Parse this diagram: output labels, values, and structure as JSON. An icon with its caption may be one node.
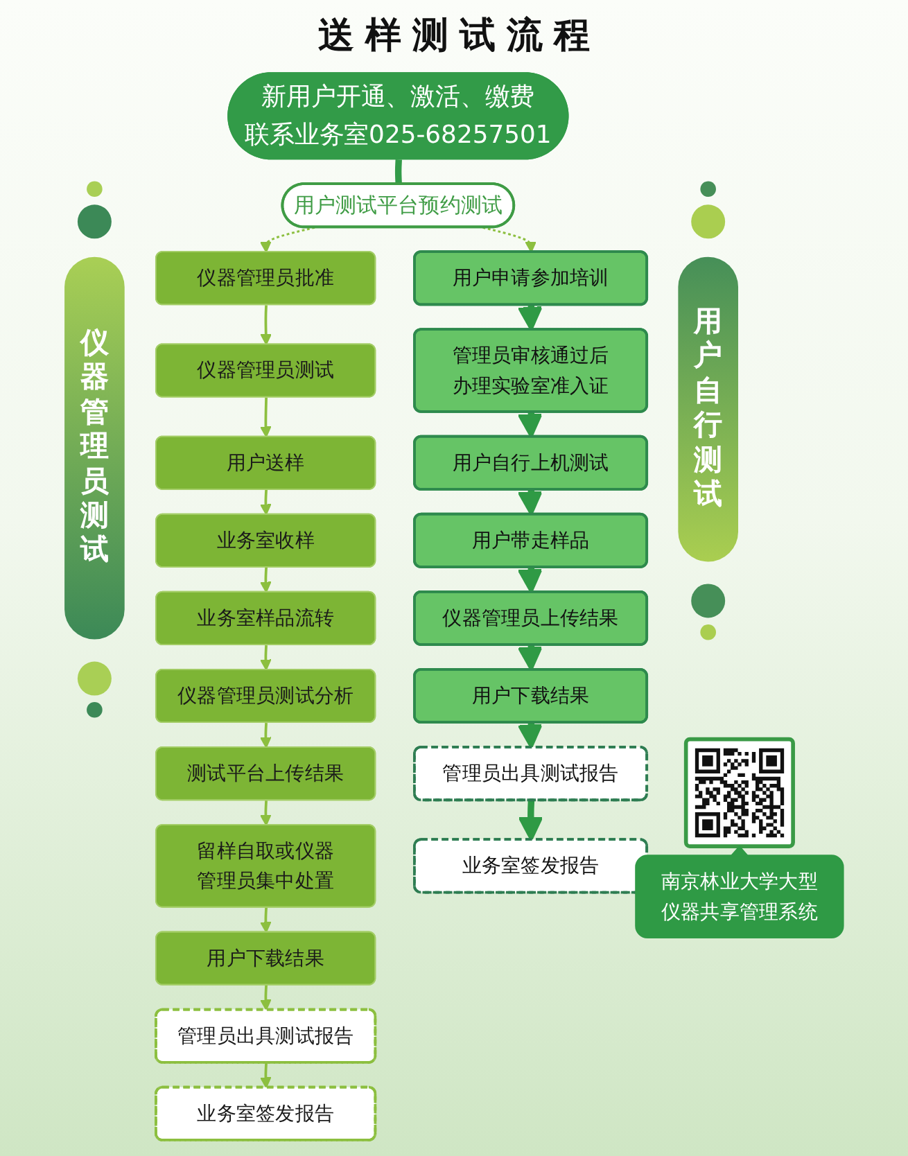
{
  "diagram": {
    "title": "送样测试流程",
    "nodes": [
      {
        "text": [
          "新用户开通、激活、缴费",
          "联系业务室025-68257501"
        ]
      },
      {
        "text": [
          "用户测试平台预约测试"
        ]
      },
      {
        "text": [
          "仪器管理员测试"
        ]
      },
      {
        "text": [
          "仪器管理员批准"
        ]
      },
      {
        "text": [
          "仪器管理员测试"
        ]
      },
      {
        "text": [
          "用户送样"
        ]
      },
      {
        "text": [
          "业务室收样"
        ]
      },
      {
        "text": [
          "业务室样品流转"
        ]
      },
      {
        "text": [
          "仪器管理员测试分析"
        ]
      },
      {
        "text": [
          "测试平台上传结果"
        ]
      },
      {
        "text": [
          "留样自取或仪器管理员集中处置"
        ]
      },
      {
        "text": [
          "用户下载结果"
        ]
      },
      {
        "text": [
          "管理员出具测试报告"
        ]
      },
      {
        "text": [
          "业务室签发报告"
        ]
      },
      {
        "text": [
          "用户申请参加培训"
        ]
      },
      {
        "text": [
          "管理员审核通过后办理实验室准入证"
        ]
      },
      {
        "text": [
          "用户自行上机测试"
        ]
      },
      {
        "text": [
          "用户带走样品"
        ]
      },
      {
        "text": [
          "仪器管理员上传结果"
        ]
      },
      {
        "text": [
          "用户下载结果"
        ]
      },
      {
        "text": [
          "管理员出具测试报告"
        ]
      },
      {
        "text": [
          "业务室签发报告"
        ]
      },
      {
        "text": [
          "用户自行测试"
        ]
      },
      {
        "text": [],
        "shape": "picture"
      },
      {
        "text": [
          "南京林业大学大型仪器共享管理系统"
        ]
      }
    ],
    "edges": [
      {
        "from": 0,
        "to": 1,
        "arrow": "none",
        "style": "thick",
        "color": "#329b48"
      },
      {
        "from": 1,
        "to": 3,
        "arrow": "to",
        "style": "dashed"
      },
      {
        "from": 1,
        "to": 14,
        "arrow": "to",
        "style": "dashed"
      },
      {
        "from": 3,
        "to": 4,
        "arrow": "to"
      },
      {
        "from": 4,
        "to": 5,
        "arrow": "to"
      },
      {
        "from": 5,
        "to": 6,
        "arrow": "to"
      },
      {
        "from": 6,
        "to": 7,
        "arrow": "to"
      },
      {
        "from": 7,
        "to": 8,
        "arrow": "to"
      },
      {
        "from": 8,
        "to": 9,
        "arrow": "to"
      },
      {
        "from": 9,
        "to": 10,
        "arrow": "to"
      },
      {
        "from": 10,
        "to": 11,
        "arrow": "to"
      },
      {
        "from": 11,
        "to": 12,
        "arrow": "to"
      },
      {
        "from": 12,
        "to": 13,
        "arrow": "to"
      },
      {
        "from": 14,
        "to": 15,
        "arrow": "to",
        "style": "thick",
        "color": "#2f9a45"
      },
      {
        "from": 15,
        "to": 16,
        "arrow": "to",
        "style": "thick",
        "color": "#2f9a45"
      },
      {
        "from": 16,
        "to": 17,
        "arrow": "to",
        "style": "thick",
        "color": "#2f9a45"
      },
      {
        "from": 17,
        "to": 18,
        "arrow": "to",
        "style": "thick",
        "color": "#2f9a45"
      },
      {
        "from": 18,
        "to": 19,
        "arrow": "to",
        "style": "thick",
        "color": "#2f9a45"
      },
      {
        "from": 19,
        "to": 20,
        "arrow": "to",
        "style": "thick",
        "color": "#2f9a45"
      },
      {
        "from": 20,
        "to": 21,
        "arrow": "to",
        "style": "thick",
        "color": "#2f9a45"
      }
    ]
  }
}
